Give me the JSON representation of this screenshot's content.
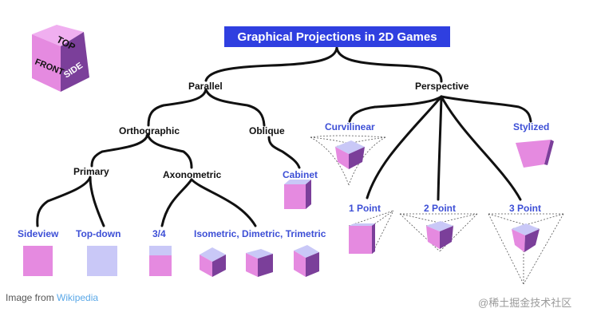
{
  "title": "Graphical Projections in 2D Games",
  "logo_cube": {
    "top": "TOP",
    "front": "FRONT",
    "side": "SIDE"
  },
  "nodes": {
    "parallel": "Parallel",
    "perspective": "Perspective",
    "orthographic": "Orthographic",
    "oblique": "Oblique",
    "primary": "Primary",
    "axonometric": "Axonometric",
    "cabinet": "Cabinet",
    "sideview": "Sideview",
    "topdown": "Top-down",
    "three_quarter": "3/4",
    "iso_di_tri": "Isometric, Dimetric, Trimetric",
    "curvilinear": "Curvilinear",
    "stylized": "Stylized",
    "one_point": "1 Point",
    "two_point": "2 Point",
    "three_point": "3 Point"
  },
  "caption": {
    "prefix": "Image from",
    "link": "Wikipedia"
  },
  "watermark": "@稀土掘金技术社区",
  "colors": {
    "title_bg": "#2f3fe0",
    "blue_text": "#3d4fd6",
    "pink": "#e58ae0",
    "lavender": "#c9c8f7",
    "purple": "#7b3f9a",
    "light_pink": "#f4b4ef"
  }
}
